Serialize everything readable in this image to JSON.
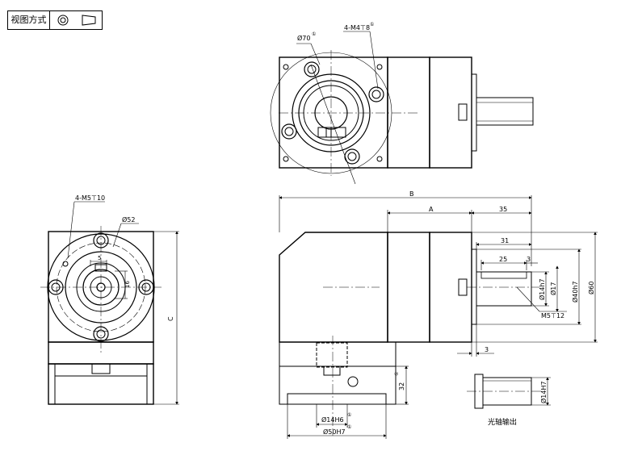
{
  "toolbar": {
    "view_mode_label": "视图方式",
    "icons": [
      "concentric-circles-icon",
      "trapezoid-view-icon"
    ]
  },
  "top_view": {
    "label_d70": "Ø70",
    "circ1": "①",
    "label_4m4": "4-M4⊤8",
    "circ2": "①"
  },
  "left_view": {
    "label_4m5": "4-M5⊤10",
    "label_d52": "Ø52",
    "label_5": "5",
    "label_16": "16",
    "label_c": "C"
  },
  "side_view": {
    "label_b": "B",
    "label_a": "A",
    "label_35": "35",
    "label_31": "31",
    "label_25": "25",
    "label_3a": "3",
    "label_d14h7": "Ø14h7",
    "label_d17": "Ø17",
    "label_d40h7": "Ø40h7",
    "label_d60": "Ø60",
    "label_m5": "M5⊤12",
    "label_3b": "3",
    "label_32": "32",
    "circ3": "①",
    "label_d14h6": "Ø14H6",
    "circ4": "①",
    "label_d50h7": "Ø50H7",
    "circ5": "①"
  },
  "shaft_detail": {
    "label_d14h7": "Ø14H7",
    "caption": "光轴输出"
  },
  "colors": {
    "line": "#000000",
    "center_line": "#000000",
    "background": "#ffffff"
  }
}
